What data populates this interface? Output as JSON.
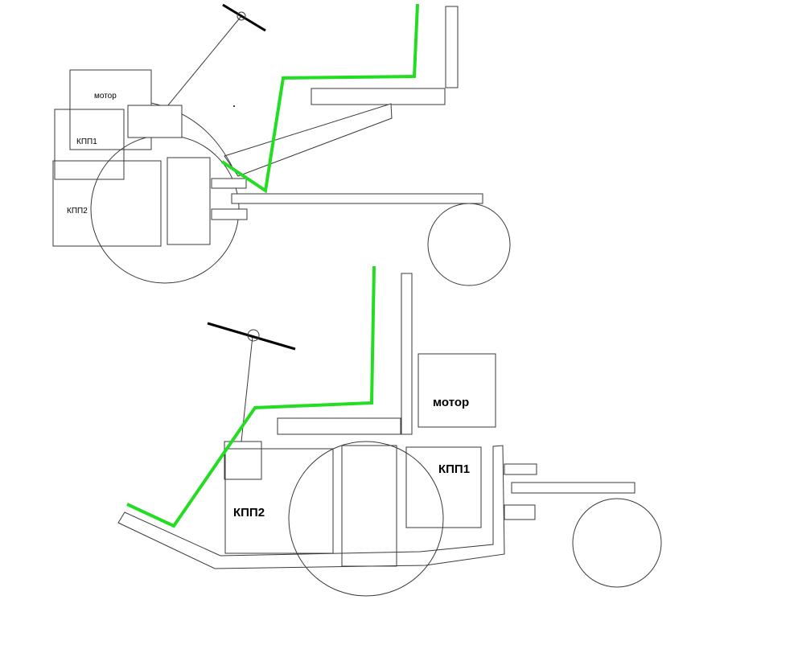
{
  "top_view": {
    "motor_label": "мотор",
    "kpp1_label": "КПП1",
    "kpp2_label": "КПП2"
  },
  "bottom_view": {
    "motor_label": "мотор",
    "kpp1_label": "КПП1",
    "kpp2_label": "КПП2"
  },
  "colors": {
    "outline": "#3a3a3a",
    "highlight_line": "#22dd22",
    "background": "#ffffff"
  }
}
